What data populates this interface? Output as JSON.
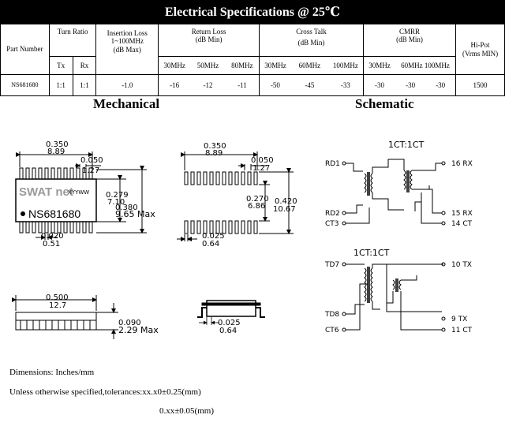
{
  "title": "Electrical Specifications @ 25℃",
  "headers": {
    "part_number": "Part Number",
    "turn_ratio": "Turn Ratio",
    "tx": "Tx",
    "rx": "Rx",
    "insertion_loss_1": "Insertion Loss",
    "insertion_loss_2": "1~100MHz",
    "insertion_loss_3": "(dB Max)",
    "return_loss_1": "Return Loss",
    "return_loss_2": "(dB Min)",
    "cross_talk_1": "Cross Talk",
    "cross_talk_2": "(dB Min)",
    "cmrr_1": "CMRR",
    "cmrr_2": "(dB Min)",
    "hipot_1": "Hi-Pot",
    "hipot_2": "(Vrms MIN)",
    "f30": "30MHz",
    "f50": "50MHz",
    "f80": "80MHz",
    "f60": "60MHz",
    "f100": "100MHz",
    "cmrr_freqs": "60MHz 100MHz"
  },
  "row": {
    "part": "NS681680",
    "tx": "1:1",
    "rx": "1:1",
    "insertion_loss": "-1.0",
    "rl_30": "-16",
    "rl_50": "-12",
    "rl_80": "-11",
    "ct_30": "-50",
    "ct_60": "-45",
    "ct_100": "-33",
    "cmrr_30": "-30",
    "cmrr_60": "-30",
    "cmrr_100": "-30",
    "hipot": "1500"
  },
  "sections": {
    "mechanical": "Mechanical",
    "schematic": "Schematic"
  },
  "mechanical": {
    "top_width_in": "0.350",
    "top_width_mm": "8.89",
    "pitch_in": "0.050",
    "pitch_mm": "1.27",
    "body_h_in": "0.279",
    "body_h_mm": "7.10",
    "total_h_in": "0.380",
    "total_h_mm": "9.65 Max",
    "pad_in": "0.020",
    "pad_mm": "0.51",
    "logo": "SWAT net",
    "date_code": "XYYWW",
    "marking": "NS681680",
    "fp_width_in": "0.350",
    "fp_width_mm": "8.89",
    "fp_pitch_in": "0.050",
    "fp_pitch_mm": "1.27",
    "fp_inner_in": "0.270",
    "fp_inner_mm": "6.86",
    "fp_outer_in": "0.420",
    "fp_outer_mm": "10.67",
    "fp_pad_in": "0.025",
    "fp_pad_mm": "0.64",
    "side_len_in": "0.500",
    "side_len_mm": "12.7",
    "side_h_in": "0.090",
    "side_h_mm": "2.29 Max",
    "end_lead_in": "0.025",
    "end_lead_mm": "0.64"
  },
  "schematic": {
    "ratio_top": "1CT:1CT",
    "ratio_bottom": "1CT:1CT",
    "rd1": "RD1",
    "rd2": "RD2",
    "ct3": "CT3",
    "rx16": "16 RX",
    "rx15": "15 RX",
    "ct14": "14 CT",
    "td7": "TD7",
    "td8": "TD8",
    "ct6": "CT6",
    "tx10": "10 TX",
    "tx9": "9 TX",
    "ct11": "11 CT"
  },
  "notes": {
    "line1": "Dimensions: Inches/mm",
    "line2": "Unless otherwise specified,tolerances:xx.x0±0.25(mm)",
    "line3": "0.xx±0.05(mm)"
  }
}
